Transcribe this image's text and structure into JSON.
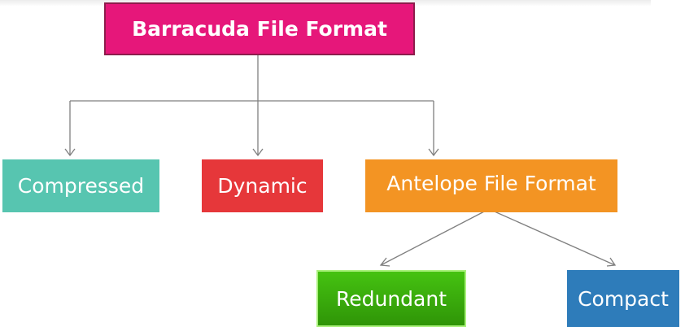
{
  "diagram": {
    "root": "Barracuda File Format",
    "children": [
      {
        "label": "Compressed"
      },
      {
        "label": "Dynamic"
      },
      {
        "label": "Antelope File Format",
        "children": [
          {
            "label": "Redundant"
          },
          {
            "label": "Compact"
          }
        ]
      }
    ]
  },
  "colors": {
    "root": "#e6177a",
    "compressed": "#57c5b0",
    "dynamic": "#e6373a",
    "antelope": "#f39423",
    "redundant": "#3aaa0c",
    "compact": "#2e7cba",
    "connector": "#7f7f7f"
  }
}
